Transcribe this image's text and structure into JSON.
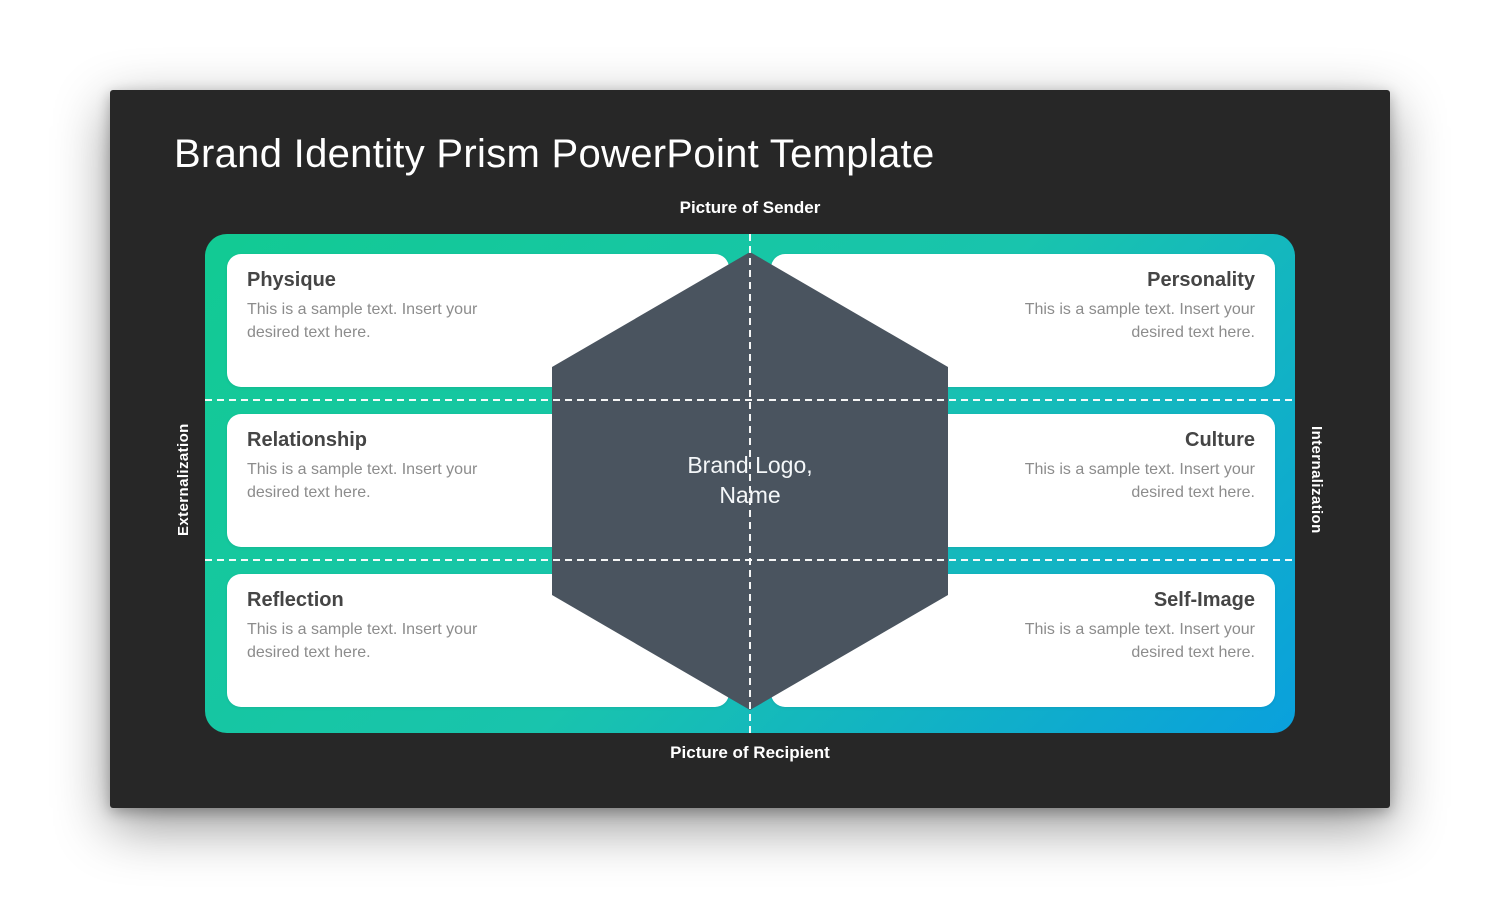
{
  "slide": {
    "title": "Brand Identity Prism PowerPoint Template"
  },
  "labels": {
    "top": "Picture of Sender",
    "bottom": "Picture of Recipient",
    "left": "Externalization",
    "right": "Internalization"
  },
  "hexagon": {
    "line1": "Brand Logo,",
    "line2": "Name"
  },
  "cards": [
    {
      "title": "Physique",
      "body": "This is a sample text. Insert your\ndesired text here.",
      "side": "left"
    },
    {
      "title": "Personality",
      "body": "This is a sample text. Insert your\ndesired text here.",
      "side": "right"
    },
    {
      "title": "Relationship",
      "body": "This is a sample text. Insert your\ndesired text here.",
      "side": "left"
    },
    {
      "title": "Culture",
      "body": "This is a sample text. Insert your\ndesired text here.",
      "side": "right"
    },
    {
      "title": "Reflection",
      "body": "This is a sample text. Insert your\ndesired text here.",
      "side": "left"
    },
    {
      "title": "Self-Image",
      "body": "This is a sample text. Insert your\ndesired text here.",
      "side": "right"
    }
  ],
  "colors": {
    "slide_background": "#272727",
    "gradient_start": "#12ca93",
    "gradient_mid": "#19c4ad",
    "gradient_end": "#0aa0dd",
    "hexagon_fill": "#4a545f",
    "dashed_line": "#ffffff",
    "card_title_text": "#454545",
    "card_body_text": "#8c8c8c"
  }
}
